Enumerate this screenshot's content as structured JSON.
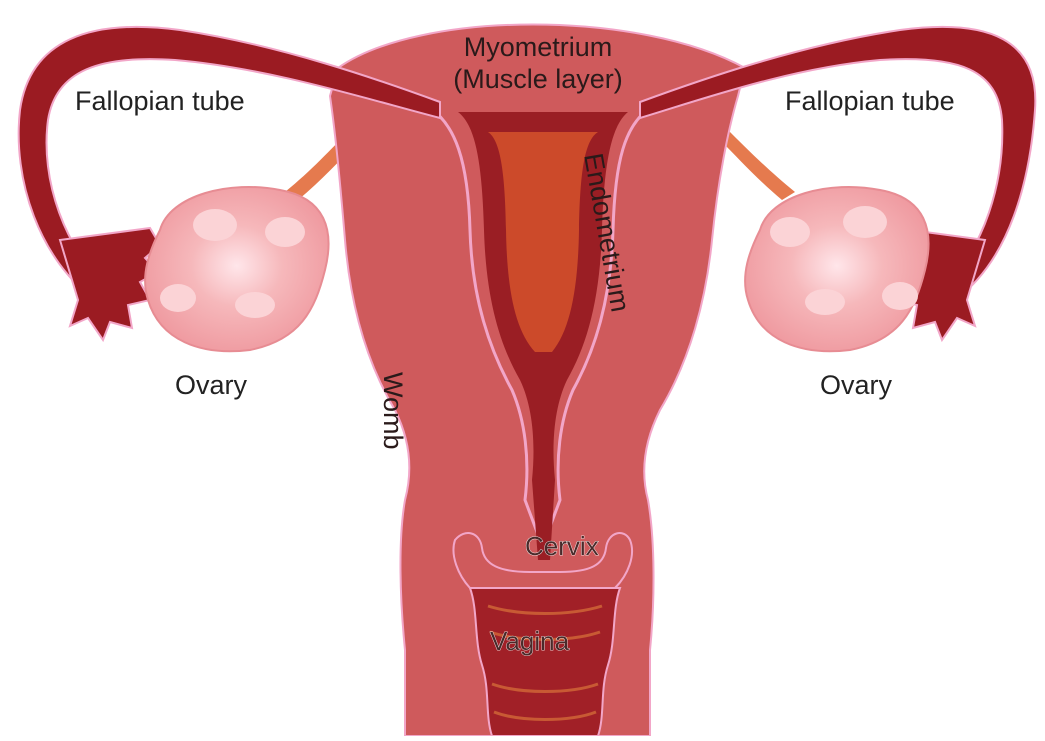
{
  "labels": {
    "myometrium_line1": "Myometrium",
    "myometrium_line2": "(Muscle layer)",
    "fallopian_left": "Fallopian tube",
    "fallopian_right": "Fallopian tube",
    "ovary_left": "Ovary",
    "ovary_right": "Ovary",
    "endometrium": "Endometrium",
    "womb": "Womb",
    "cervix": "Cervix",
    "vagina": "Vagina"
  },
  "colors": {
    "uterus_body": "#cf5a5c",
    "uterus_outline": "#f2a6c8",
    "tube": "#9b1b22",
    "endometrium": "#cc4a2a",
    "canal": "#9a1e24",
    "ovary": "#f2a7aa",
    "ligament": "#e57a4e"
  }
}
